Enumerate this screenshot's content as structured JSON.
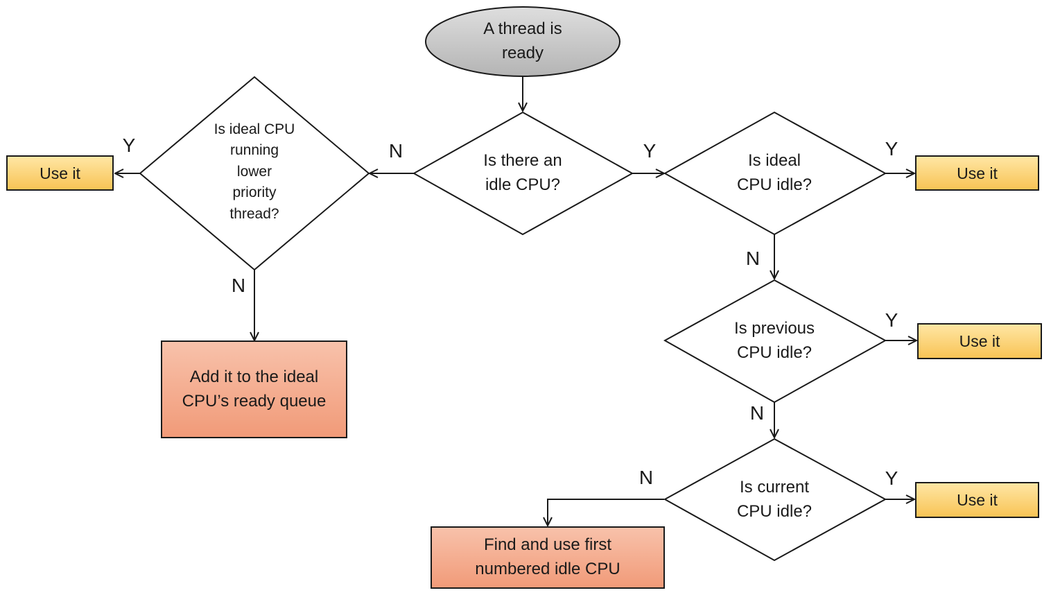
{
  "start": {
    "line1": "A thread is",
    "line2": "ready"
  },
  "decisions": {
    "idle_cpu": {
      "line1": "Is there an",
      "line2": "idle CPU?"
    },
    "ideal_idle": {
      "line1": "Is ideal",
      "line2": "CPU idle?"
    },
    "previous_idle": {
      "line1": "Is previous",
      "line2": "CPU idle?"
    },
    "current_idle": {
      "line1": "Is current",
      "line2": "CPU idle?"
    },
    "lower_priority": {
      "line1": "Is ideal CPU",
      "line2": "running",
      "line3": "lower",
      "line4": "priority",
      "line5": "thread?"
    }
  },
  "outcomes": {
    "use_it": "Use it",
    "add_queue": {
      "line1": "Add it to the ideal",
      "line2": "CPU’s ready queue"
    },
    "find_first": {
      "line1": "Find and use first",
      "line2": "numbered idle CPU"
    }
  },
  "branch_labels": {
    "yes": "Y",
    "no": "N"
  },
  "colors": {
    "start_fill": "#c8c8c8",
    "use_it_fill": "#fbd46f",
    "terminal_fill": "#f5a98a",
    "stroke": "#1a1a1a"
  }
}
